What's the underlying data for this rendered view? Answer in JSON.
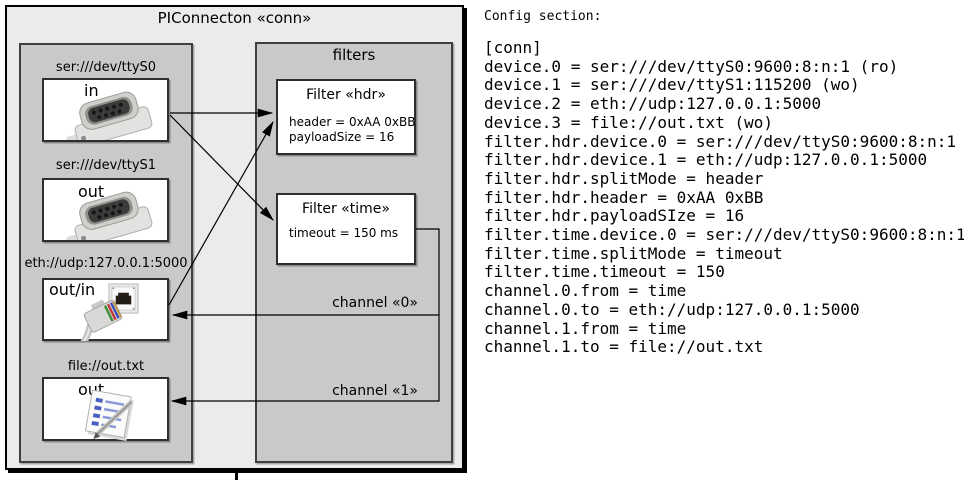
{
  "diagram": {
    "title": "PIConnecton «conn»",
    "filters_panel_label": "filters",
    "devices": [
      {
        "label": "ser:///dev/ttyS0",
        "port": "in",
        "icon": "serial-connector"
      },
      {
        "label": "ser:///dev/ttyS1",
        "port": "out",
        "icon": "serial-connector"
      },
      {
        "label": "eth://udp:127.0.0.1:5000",
        "port": "out/in",
        "icon": "ethernet-connector"
      },
      {
        "label": "file://out.txt",
        "port": "out",
        "icon": "text-file"
      }
    ],
    "filters": [
      {
        "title": "Filter «hdr»",
        "attributes": [
          "header = 0xAA 0xBB",
          "payloadSize = 16"
        ]
      },
      {
        "title": "Filter «time»",
        "attributes": [
          "timeout = 150 ms"
        ]
      }
    ],
    "channels": [
      {
        "label": "channel «0»"
      },
      {
        "label": "channel «1»"
      }
    ]
  },
  "config": {
    "heading": "Config section:",
    "body": "[conn]\ndevice.0 = ser:///dev/ttyS0:9600:8:n:1 (ro)\ndevice.1 = ser:///dev/ttyS1:115200 (wo)\ndevice.2 = eth://udp:127.0.0.1:5000\ndevice.3 = file://out.txt (wo)\nfilter.hdr.device.0 = ser:///dev/ttyS0:9600:8:n:1\nfilter.hdr.device.1 = eth://udp:127.0.0.1:5000\nfilter.hdr.splitMode = header\nfilter.hdr.header = 0xAA 0xBB\nfilter.hdr.payloadSIze = 16\nfilter.time.device.0 = ser:///dev/ttyS0:9600:8:n:1\nfilter.time.splitMode = timeout\nfilter.time.timeout = 150\nchannel.0.from = time\nchannel.0.to = eth://udp:127.0.0.1:5000\nchannel.1.from = time\nchannel.1.to = file://out.txt"
  },
  "colors": {
    "outer_fill": "#ebebeb",
    "panel_fill": "#c9c9c9",
    "box_fill": "#ffffff",
    "line": "#000000"
  }
}
